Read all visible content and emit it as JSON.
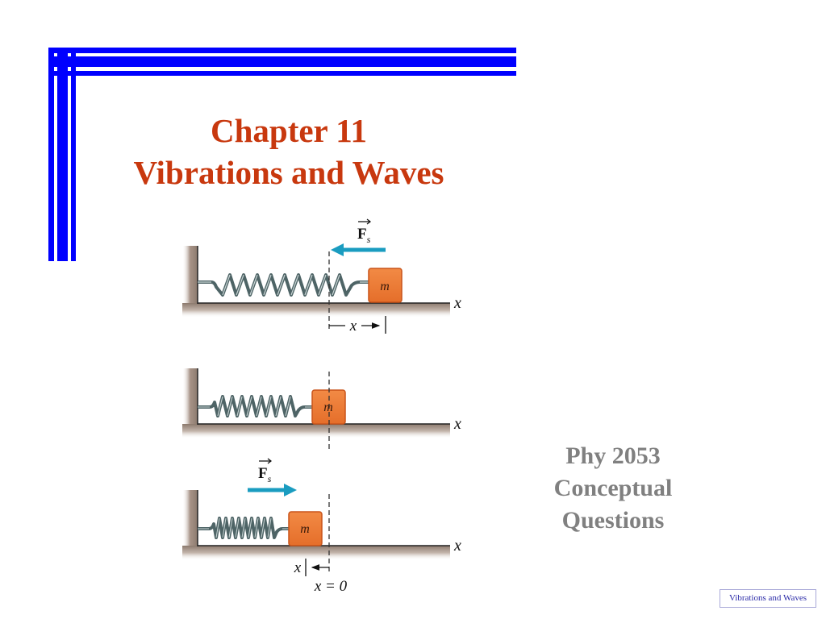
{
  "slide": {
    "title_line1": "Chapter 11",
    "title_line2": "Vibrations and Waves",
    "subtitle_line1": "Phy 2053",
    "subtitle_line2": "Conceptual",
    "subtitle_line3": "Questions",
    "footer": "Vibrations and Waves"
  },
  "colors": {
    "frame_bars": "#0000FF",
    "title": "#C8380E",
    "subtitle": "#808080",
    "footer_text": "#2B2BA8",
    "block": "#EE7A35",
    "force_arrow": "#1A9CC0",
    "spring": "#4E6466"
  },
  "diagram": {
    "panels": [
      {
        "state": "stretched",
        "force_label": "F",
        "force_subscript": "s",
        "force_direction": "left",
        "mass_label": "m",
        "axis_label": "x",
        "displacement_label": "x"
      },
      {
        "state": "equilibrium",
        "mass_label": "m",
        "axis_label": "x"
      },
      {
        "state": "compressed",
        "force_label": "F",
        "force_subscript": "s",
        "force_direction": "right",
        "mass_label": "m",
        "axis_label": "x",
        "displacement_label": "x",
        "origin_label": "x = 0"
      }
    ]
  }
}
